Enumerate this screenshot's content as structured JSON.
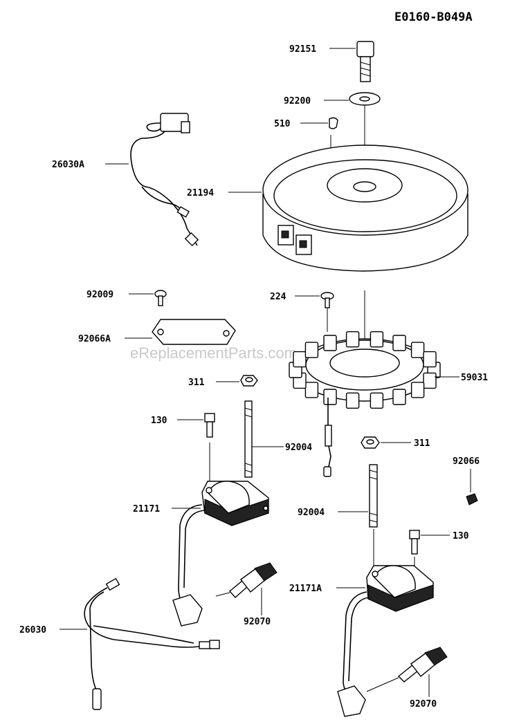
{
  "diagram": {
    "code": "E0160-B049A",
    "watermark": "eReplacementParts.com",
    "parts": {
      "bolt_top": "92151",
      "washer_top": "92200",
      "key": "510",
      "harness_a": "26030A",
      "flywheel": "21194",
      "screw_plate": "92009",
      "plate": "92066A",
      "screw_stator": "224",
      "stator": "59031",
      "nut_left": "311",
      "bolt_left": "130",
      "stud_left": "92004",
      "nut_right": "311",
      "clip": "92066",
      "coil_left": "21171",
      "stud_right": "92004",
      "bolt_right": "130",
      "coil_right": "21171A",
      "harness": "26030",
      "plug_left": "92070",
      "plug_right": "92070"
    }
  }
}
